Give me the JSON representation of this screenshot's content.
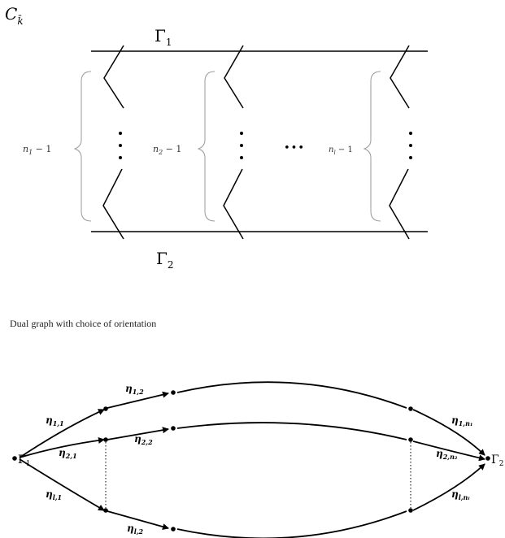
{
  "top": {
    "curve_label": {
      "base": "C",
      "sub": "k̄"
    },
    "gamma1": {
      "base": "Γ",
      "sub": "1"
    },
    "gamma2": {
      "base": "Γ",
      "sub": "2"
    },
    "brace_labels": [
      {
        "base": "n",
        "sub": "1",
        "suffix": " − 1"
      },
      {
        "base": "n",
        "sub": "2",
        "suffix": " − 1"
      },
      {
        "base": "n",
        "sub": "l",
        "suffix": " − 1"
      }
    ],
    "dots_between": "•••"
  },
  "caption": "Dual graph with choice of orientation",
  "dual_graph": {
    "nodes": {
      "gamma1": {
        "base": "Γ",
        "sub": "1"
      },
      "gamma2": {
        "base": "Γ",
        "sub": "2"
      }
    },
    "edge_labels": [
      {
        "id": "eta-1-2",
        "base": "η",
        "sub": "1,2"
      },
      {
        "id": "eta-1-1",
        "base": "η",
        "sub": "1,1"
      },
      {
        "id": "eta-1-n1",
        "base": "η",
        "sub": "1,n₁"
      },
      {
        "id": "eta-2-1",
        "base": "η",
        "sub": "2,1"
      },
      {
        "id": "eta-2-2",
        "base": "η",
        "sub": "2,2"
      },
      {
        "id": "eta-2-n2",
        "base": "η",
        "sub": "2,n₂"
      },
      {
        "id": "eta-l-1",
        "base": "η",
        "sub": "l,1"
      },
      {
        "id": "eta-l-2",
        "base": "η",
        "sub": "l,2"
      },
      {
        "id": "eta-l-nl",
        "base": "η",
        "sub": "l,nₗ"
      }
    ]
  }
}
